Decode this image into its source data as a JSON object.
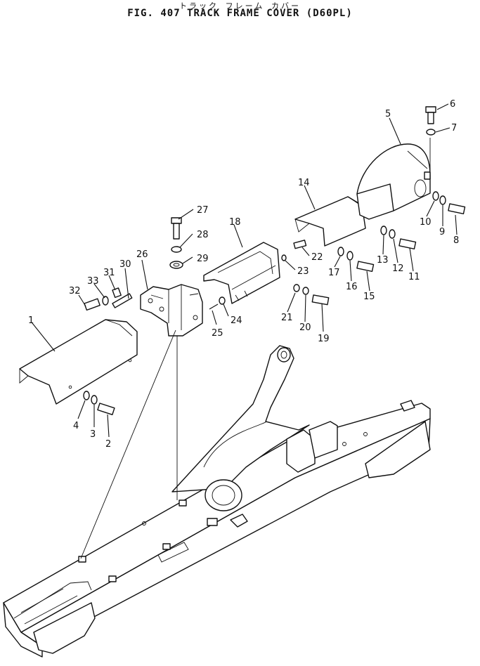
{
  "title": {
    "japanese": "トラック フレーム カバー",
    "main": "FIG. 407  TRACK  FRAME  COVER  (D60PL)"
  },
  "callouts": [
    "1",
    "2",
    "3",
    "4",
    "5",
    "6",
    "7",
    "8",
    "9",
    "10",
    "11",
    "12",
    "13",
    "14",
    "15",
    "16",
    "17",
    "18",
    "19",
    "20",
    "21",
    "22",
    "23",
    "24",
    "25",
    "26",
    "27",
    "28",
    "29",
    "30",
    "31",
    "32",
    "33"
  ]
}
